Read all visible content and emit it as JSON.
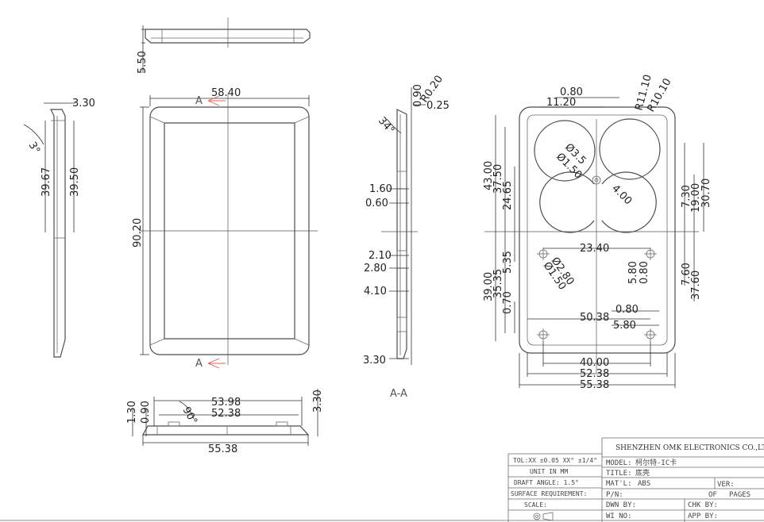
{
  "section_marker": "A",
  "section_caption": "A-A",
  "dims": {
    "top_thickness": "5.50",
    "front_width": "58.40",
    "front_height": "90.20",
    "side_lip": "3.30",
    "side_angle": "3°",
    "side_h1": "39.67",
    "side_h2": "39.50",
    "bottom_w1": "53.98",
    "bottom_w2": "52.38",
    "bottom_w3": "55.38",
    "bottom_h1": "1.30",
    "bottom_h2": "0.90",
    "bottom_h3": "3.30",
    "bottom_angle": "90°",
    "sec_090": "0.90",
    "sec_r020": "R0.20",
    "sec_025": "0.25",
    "sec_angle": "34°",
    "sec_160": "1.60",
    "sec_060": "0.60",
    "sec_210": "2.10",
    "sec_280": "2.80",
    "sec_410": "4.10",
    "sec_330": "3.30",
    "in_080_top": "0.80",
    "in_1120": "11.20",
    "in_r1110": "R11.10",
    "in_r1010": "R10.10",
    "in_4300": "43.00",
    "in_3750": "37.50",
    "in_2465": "24.65",
    "in_d35": "Ø3.5",
    "in_d150a": "Ø1.50",
    "in_400": "4.00",
    "in_730": "7.30",
    "in_1900": "19.00",
    "in_3070": "30.70",
    "in_2340": "23.40",
    "in_d280": "Ø2.80",
    "in_d150b": "Ø1.50",
    "in_3900": "39.00",
    "in_3535": "35.35",
    "in_535": "5.35",
    "in_070": "0.70",
    "in_580a": "5.80",
    "in_080a": "0.80",
    "in_760": "7.60",
    "in_3760": "37.60",
    "in_5038": "50.38",
    "in_080b": "0.80",
    "in_580b": "5.80",
    "in_4000": "40.00",
    "in_5238": "52.38",
    "in_5538": "55.38"
  },
  "title_block": {
    "company": "SHENZHEN OMK ELECTRONICS CO.,LTD",
    "tolerance": "TOL:XX ±0.05 XX° ±1/4°",
    "unit": "UNIT IN MM",
    "draft_angle": "DRAFT ANGLE: 1.5°",
    "surface": "SURFACE REQUIREMENT:",
    "scale": "SCALE:",
    "model_label": "MODEL:",
    "model_value": "柯尔特-IC卡",
    "title_label": "TITLE:",
    "title_value": "底壳",
    "mat_label": "MAT'L:",
    "mat_value": "ABS",
    "ver_label": "VER:",
    "pn_label": "P/N:",
    "of_label": "OF",
    "pages_label": "PAGES",
    "dwn_label": "DWN BY:",
    "chk_label": "CHK BY:",
    "wi_label": "WI NO:",
    "app_label": "APP BY:"
  }
}
